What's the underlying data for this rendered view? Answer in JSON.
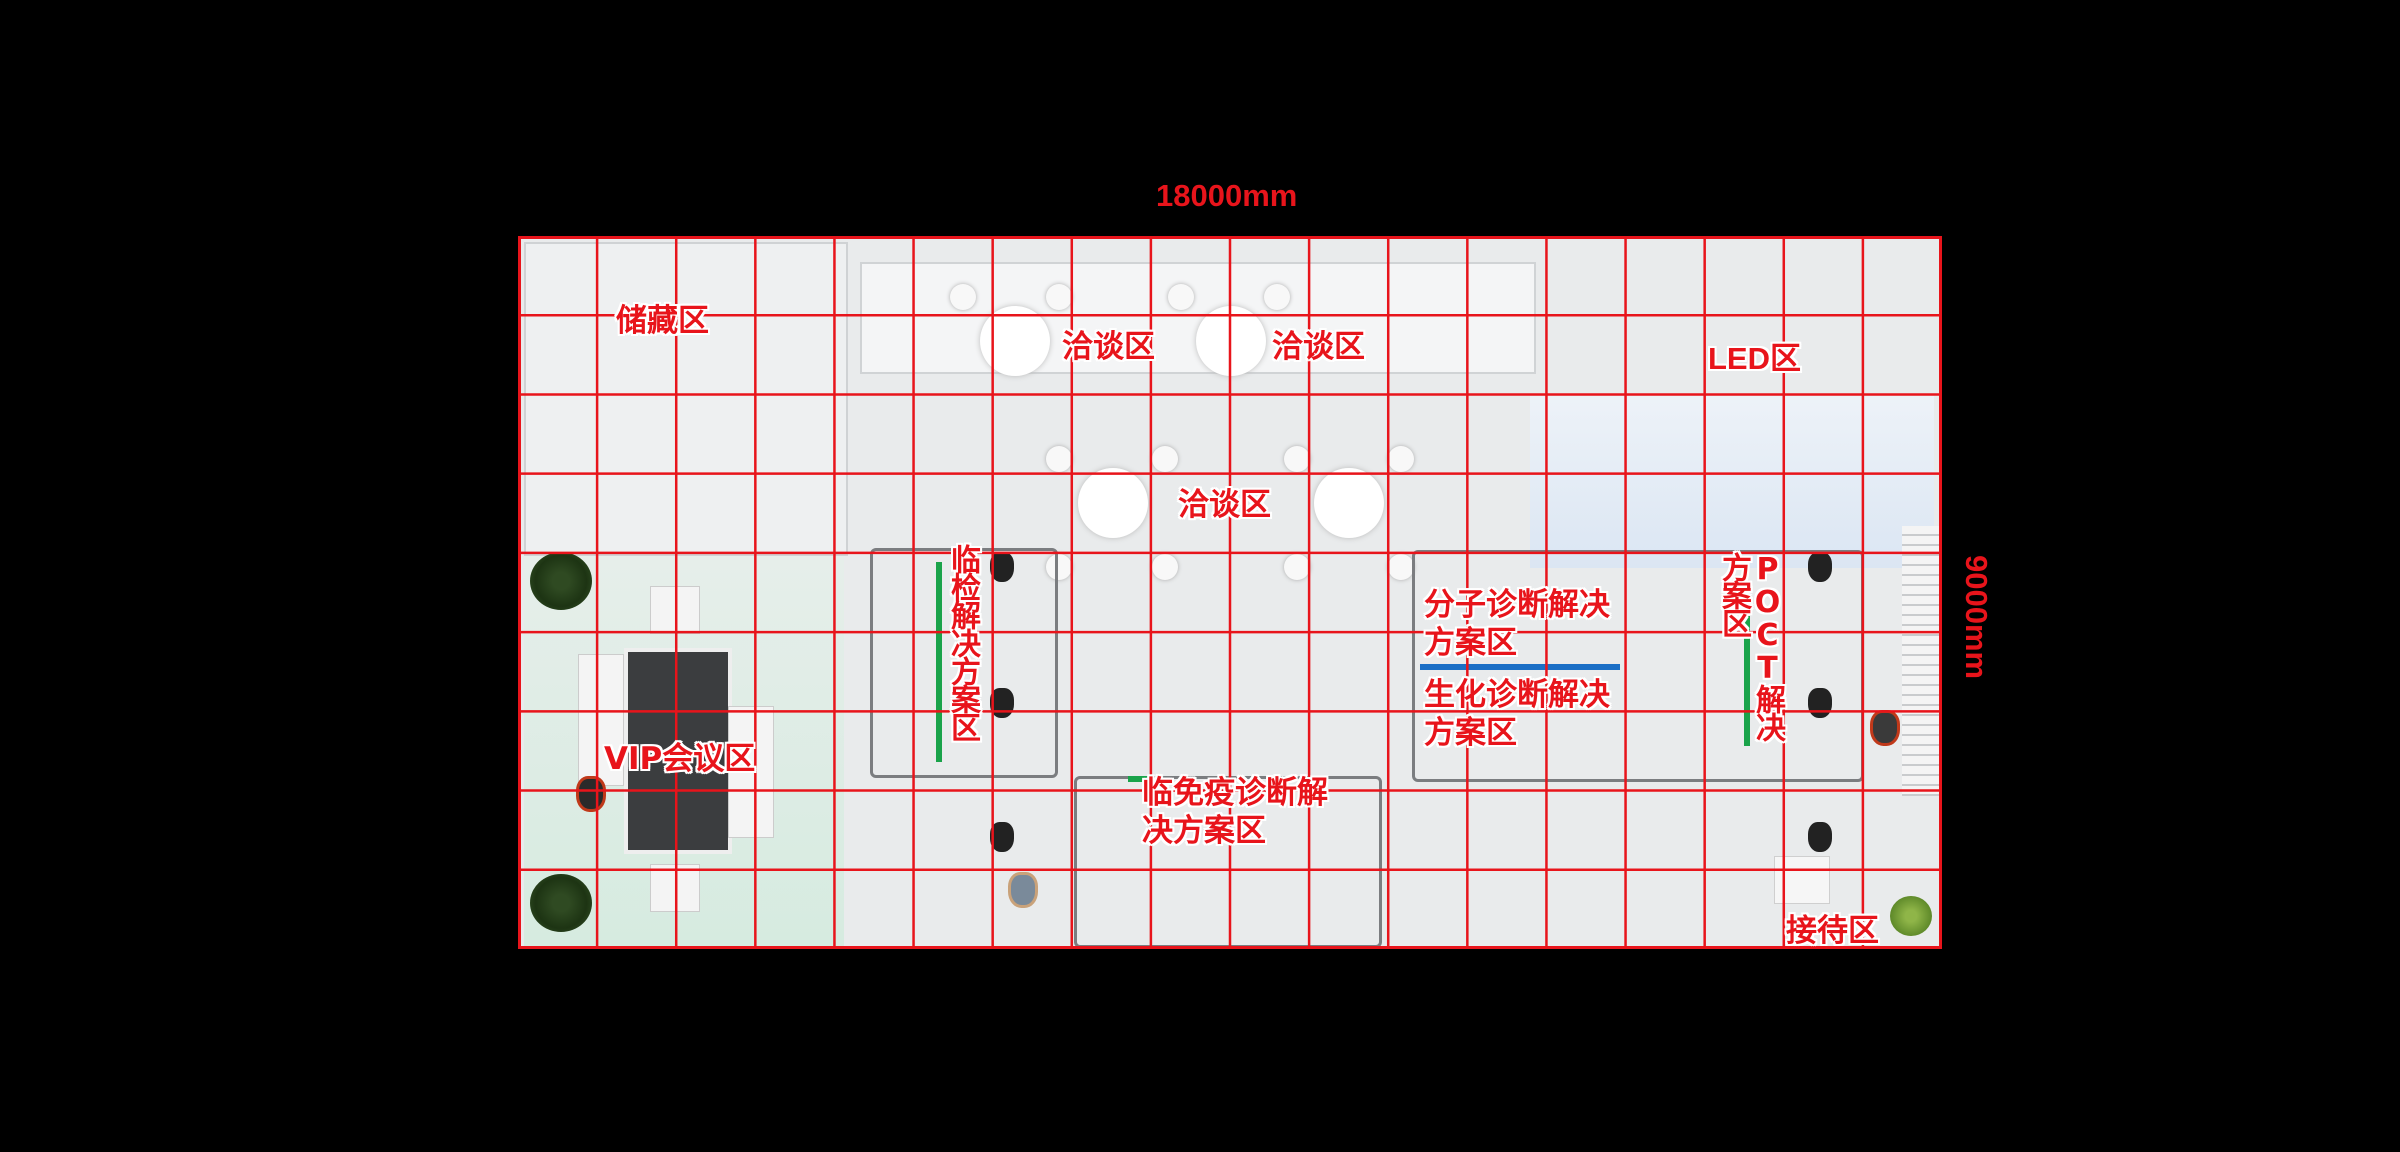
{
  "dimensions": {
    "width_label": "18000mm",
    "height_label": "9000mm"
  },
  "grid": {
    "columns": 18,
    "rows": 9,
    "line_color": "#e8141b"
  },
  "zones": {
    "storage": "储藏区",
    "negotiation_1": "洽谈区",
    "negotiation_2": "洽谈区",
    "negotiation_3": "洽谈区",
    "led": "LED区",
    "poct": "POCT解决方案区",
    "molecular": "分子诊断解决方案区",
    "biochem": "生化诊断解决方案区",
    "clinical_test": "临检解决方案区",
    "immunoassay": "临免疫诊断解决方案区",
    "vip": "VIP会议区",
    "reception": "接待区"
  },
  "colors": {
    "background": "#000000",
    "floor": "#e9ebec",
    "label": "#e8141b",
    "vip_floor": "#d9ece3",
    "led_glow": "#dfe9f5"
  }
}
